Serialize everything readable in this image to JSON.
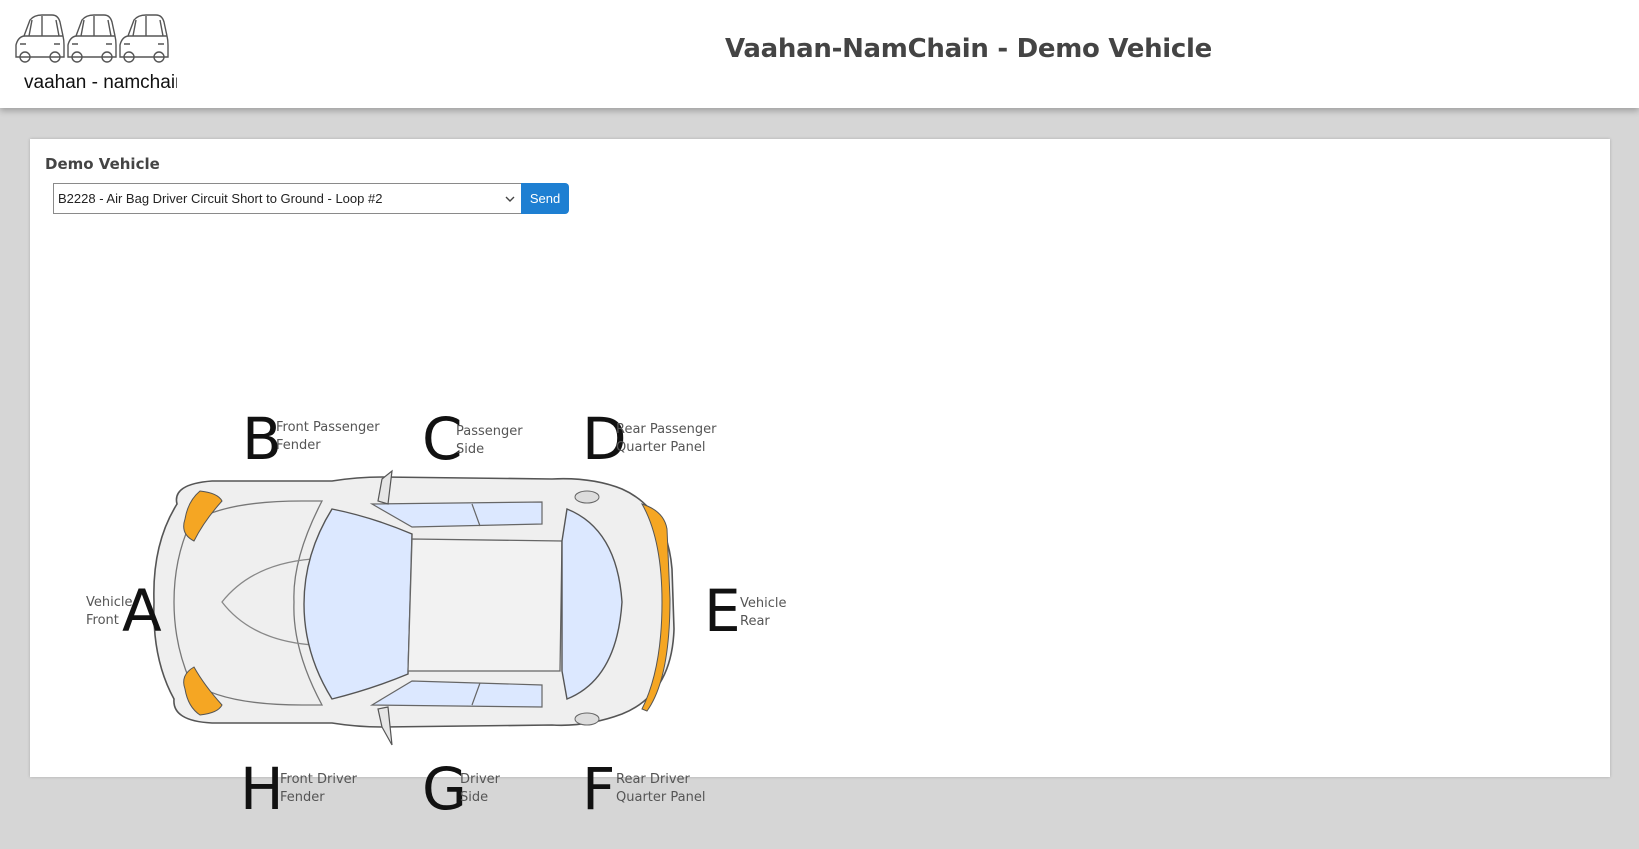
{
  "header": {
    "logo_text": "vaahan - namchain",
    "title": "Vaahan-NamChain - Demo Vehicle"
  },
  "card": {
    "title": "Demo Vehicle",
    "dtc_select": {
      "selected": "B2228 - Air Bag Driver Circuit Short to Ground - Loop #2"
    },
    "send_label": "Send"
  },
  "diagram": {
    "zones": {
      "A": {
        "letter": "A",
        "line1": "Vehicle",
        "line2": "Front"
      },
      "B": {
        "letter": "B",
        "line1": "Front Passenger",
        "line2": "Fender"
      },
      "C": {
        "letter": "C",
        "line1": "Passenger",
        "line2": "Side"
      },
      "D": {
        "letter": "D",
        "line1": "Rear Passenger",
        "line2": "Quarter Panel"
      },
      "E": {
        "letter": "E",
        "line1": "Vehicle",
        "line2": "Rear"
      },
      "F": {
        "letter": "F",
        "line1": "Rear Driver",
        "line2": "Quarter Panel"
      },
      "G": {
        "letter": "G",
        "line1": "Driver",
        "line2": "Side"
      },
      "H": {
        "letter": "H",
        "line1": "Front Driver",
        "line2": "Fender"
      }
    },
    "colors": {
      "light_accent": "#f5a623",
      "glass": "#dce8ff",
      "body": "#efefef"
    }
  }
}
